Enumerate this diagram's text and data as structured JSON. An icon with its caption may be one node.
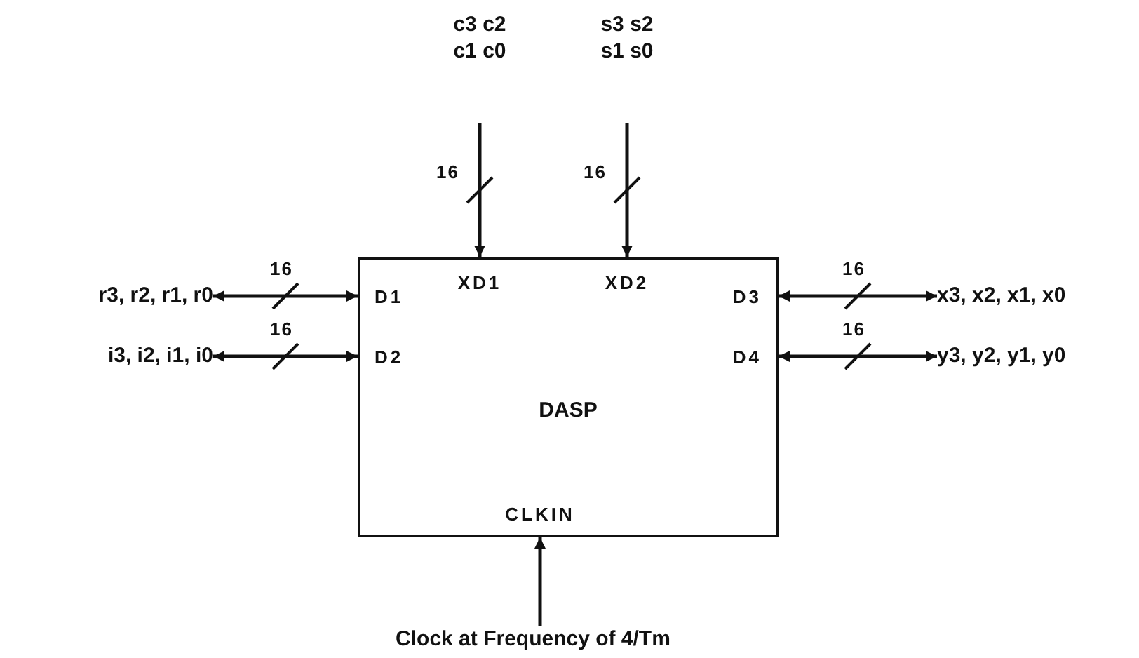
{
  "diagram": {
    "nodes": [
      {
        "text": [
          "c3 c2 c1 c0"
        ]
      },
      {
        "text": [
          "s3 s2 s1 s0"
        ]
      },
      {
        "text": [
          "r3, r2, r1, r0"
        ]
      },
      {
        "text": [
          "DASP"
        ]
      },
      {
        "text": [
          "D1"
        ],
        "in": 3
      },
      {
        "text": [
          "XD1"
        ],
        "in": 3
      },
      {
        "text": [
          "XD2"
        ],
        "in": 3
      },
      {
        "text": [
          "D3"
        ],
        "in": 3
      },
      {
        "text": [
          "x3, x2, x1, x0"
        ]
      },
      {
        "text": [
          "i3,  i2, i1, i0"
        ]
      },
      {
        "text": [
          "D2"
        ],
        "in": 3
      },
      {
        "text": [
          "D4"
        ],
        "in": 3
      },
      {
        "text": [
          "y3, y2, y1, y0"
        ]
      },
      {
        "text": [
          "CLKIN"
        ],
        "in": 3
      },
      {
        "text": [
          "Clock at Frequency of 4/Tm"
        ]
      }
    ],
    "edges": [
      {
        "from": 0,
        "to": 5,
        "arrow": "to",
        "label": "16"
      },
      {
        "from": 1,
        "to": 6,
        "arrow": "to",
        "label": "16"
      },
      {
        "from": 2,
        "to": 4,
        "arrow": "both",
        "label": "16"
      },
      {
        "from": 7,
        "to": 8,
        "arrow": "both",
        "label": "16"
      },
      {
        "from": 9,
        "to": 10,
        "arrow": "both",
        "label": "16"
      },
      {
        "from": 11,
        "to": 12,
        "arrow": "both",
        "label": "16"
      },
      {
        "from": 14,
        "to": 13,
        "arrow": "to"
      }
    ]
  }
}
